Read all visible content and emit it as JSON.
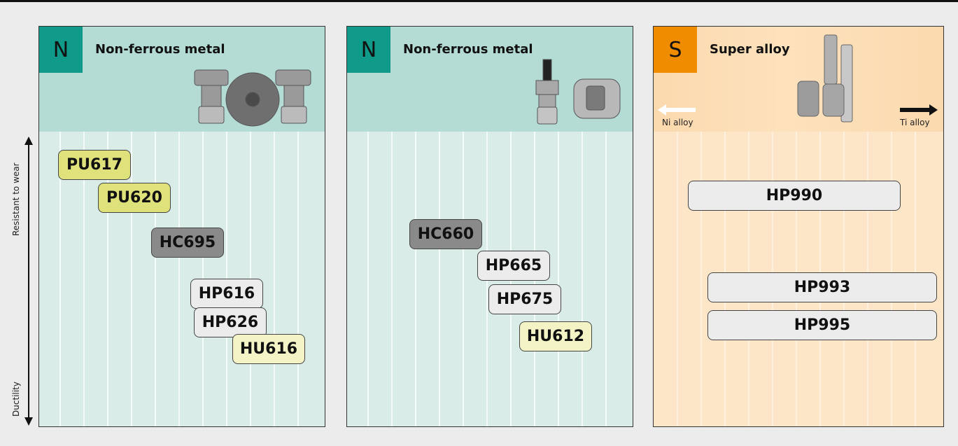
{
  "axis": {
    "top_label": "Resistant to wear",
    "bottom_label": "Ductility"
  },
  "panels": [
    {
      "badge": "N",
      "title": "Non-ferrous metal",
      "grades": [
        "PU617",
        "PU620",
        "HC695",
        "HP616",
        "HP626",
        "HU616"
      ]
    },
    {
      "badge": "N",
      "title": "Non-ferrous metal",
      "grades": [
        "HC660",
        "HP665",
        "HP675",
        "HU612"
      ]
    },
    {
      "badge": "S",
      "title": "Super alloy",
      "left_label": "Ni alloy",
      "right_label": "Ti alloy",
      "grades": [
        "HP990",
        "HP993",
        "HP995"
      ]
    }
  ],
  "colors": {
    "nonferrous_badge": "#0f9a8a",
    "superalloy_badge": "#f08c00",
    "grade_yellow": "#dfe27a",
    "grade_dark": "#8a8a8a",
    "grade_light": "#ececec",
    "grade_cream": "#f3f3c6"
  },
  "icons": [
    "milling-cutter-image",
    "end-mill-holder-image",
    "super-alloy-tools-image"
  ]
}
